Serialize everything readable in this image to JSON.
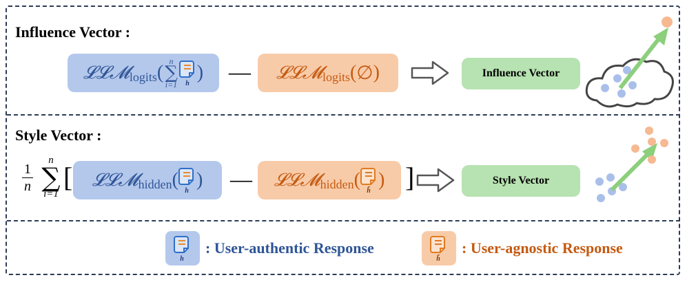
{
  "influence": {
    "title": "Influence Vector :",
    "llm": "𝓛𝓛𝓜",
    "logits_sub": "logits",
    "sum_top": "n",
    "sum_bot": "i=1",
    "empty_set": "∅",
    "minus": "—",
    "result_label": "Influence Vector"
  },
  "style": {
    "title": "Style Vector :",
    "frac_num": "1",
    "frac_den": "n",
    "sum_top": "n",
    "sum_bot": "i=1",
    "llm": "𝓛𝓛𝓜",
    "hidden_sub": "hidden",
    "minus": "—",
    "result_label": "Style Vector"
  },
  "icons": {
    "auth_label": "h",
    "agnostic_label": "h̃"
  },
  "legend": {
    "authentic": ": User-authentic Response",
    "agnostic": ": User-agnostic Response"
  },
  "colors": {
    "blue_box": "#b4c8ec",
    "orange_box": "#f8cba8",
    "green_box": "#b7e2b1",
    "legend_blue": "#2f5597",
    "legend_orange": "#c55a11",
    "arrow_green": "#8ccf7c",
    "dot_blue": "#a9bfea",
    "dot_orange": "#f6b992"
  }
}
